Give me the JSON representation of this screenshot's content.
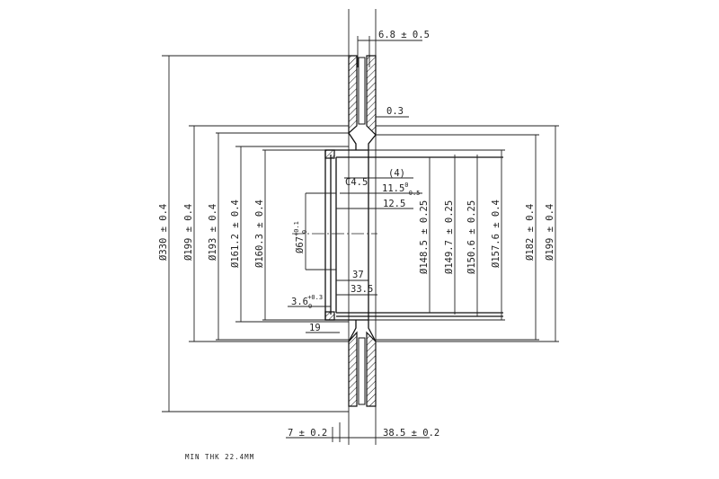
{
  "drawing": {
    "dimensions": {
      "hub_thickness": "6.8 ± 0.5",
      "offset_gap": "0.3",
      "chamfer": "C4.5",
      "chamfer_qty": "(4)",
      "depth_a_base": "11.5",
      "depth_a_sup": "0",
      "depth_a_sub": "-0.5",
      "depth_b": "12.5",
      "depth_c": "37",
      "depth_d": "33.5",
      "lip_base": "3.6",
      "lip_sup": "+0.3",
      "lip_sub": "0",
      "step": "19",
      "plate_thk": "7 ± 0.2",
      "total_height": "38.5 ± 0.2",
      "d_outer": "Ø330 ± 0.4",
      "d_199_left": "Ø199 ± 0.4",
      "d_193": "Ø193 ± 0.4",
      "d_161": "Ø161.2 ± 0.4",
      "d_160": "Ø160.3 ± 0.4",
      "d_bore_base": "Ø67",
      "d_bore_sup": "+0.1",
      "d_bore_sub": "0",
      "d_148": "Ø148.5 ± 0.25",
      "d_149": "Ø149.7 ± 0.25",
      "d_150": "Ø150.6 ± 0.25",
      "d_157": "Ø157.6 ± 0.4",
      "d_182": "Ø182 ± 0.4",
      "d_199_right": "Ø199 ± 0.4"
    },
    "note": "MIN THK 22.4MM"
  }
}
